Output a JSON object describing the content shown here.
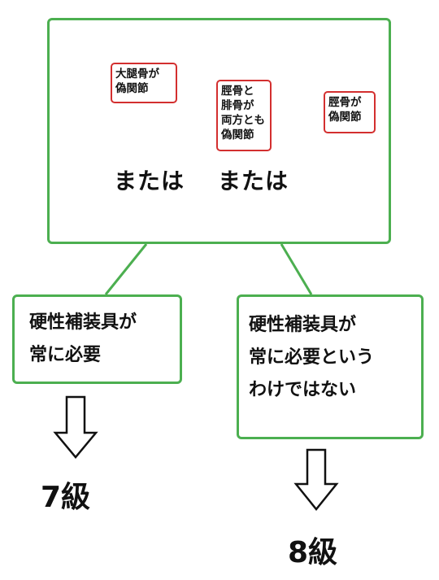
{
  "diagram": {
    "callouts": [
      {
        "text": "大腿骨が\n偽関節"
      },
      {
        "text": "脛骨と\n腓骨が\n両方とも\n偽関節"
      },
      {
        "text": "脛骨が\n偽関節"
      }
    ],
    "or_labels": [
      "または",
      "または"
    ],
    "outcomes": [
      {
        "box_text": "硬性補装具が\n常に必要",
        "grade": "7級"
      },
      {
        "box_text": "硬性補装具が\n常に必要という\nわけではない",
        "grade": "8級"
      }
    ],
    "colors": {
      "box_border": "#4caf50",
      "callout_border": "#d32f2f",
      "bone": "#e6d9a8"
    }
  }
}
